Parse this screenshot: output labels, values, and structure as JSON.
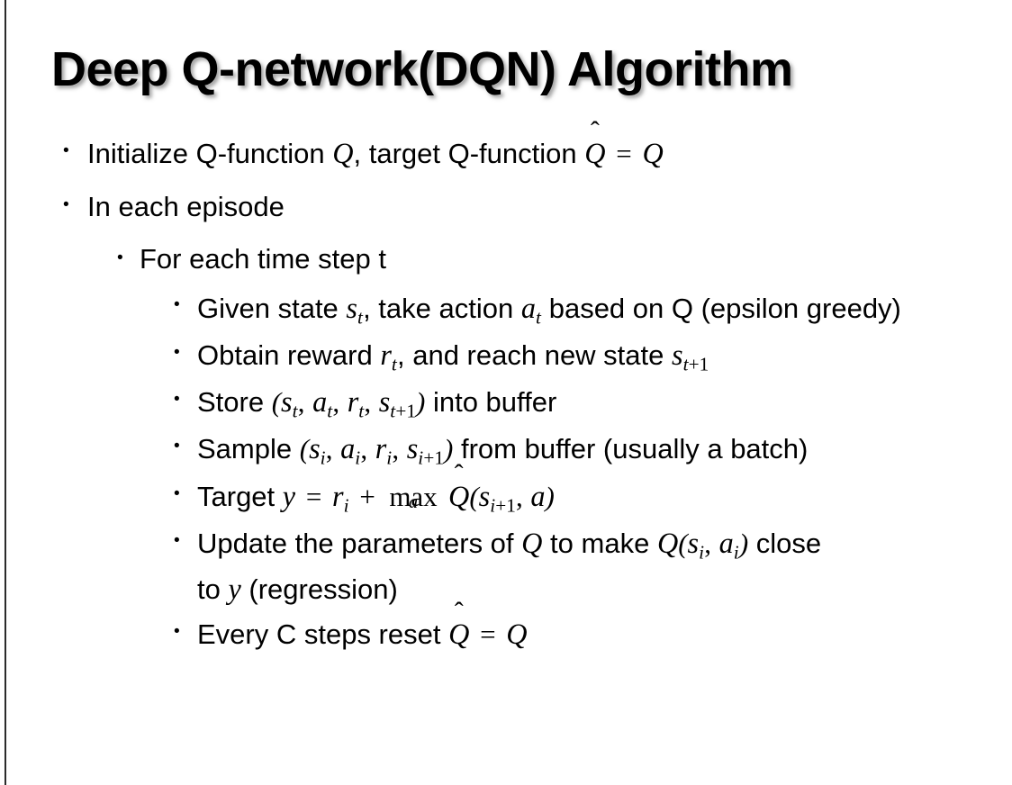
{
  "slide": {
    "title": "Deep Q-network(DQN) Algorithm",
    "background_color": "#ffffff",
    "text_color": "#000000",
    "edge_rule_color": "#2b2b2b"
  },
  "bullets": {
    "b1": {
      "level": 1,
      "marker": "•",
      "segments": [
        "Initialize Q-function ",
        "Q",
        ", target Q-function ",
        "Q̂",
        " = ",
        "Q"
      ],
      "plain_text": "Initialize Q-function Q, target Q-function Q̂ = Q"
    },
    "b2": {
      "level": 1,
      "marker": "•",
      "plain_text": "In each episode"
    },
    "b3": {
      "level": 2,
      "marker": "•",
      "plain_text": "For each time step t"
    },
    "b4": {
      "level": 3,
      "marker": "•",
      "plain_text": "Given state s_t, take action a_t based on Q (epsilon greedy)",
      "parts": {
        "lead": "Given state ",
        "var_s": "s",
        "sub_t": "t",
        "mid": ", take action ",
        "var_a": "a",
        "tail": " based on Q (epsilon greedy)"
      }
    },
    "b5": {
      "level": 3,
      "marker": "•",
      "plain_text": "Obtain reward r_t, and reach new state s_t+1",
      "parts": {
        "lead": "Obtain reward ",
        "var_r": "r",
        "sub_t": "t",
        "mid": ", and reach new state ",
        "var_s": "s",
        "sub_t1": "t+1"
      }
    },
    "b6": {
      "level": 3,
      "marker": "•",
      "plain_text": "Store (s_t, a_t, r_t, s_t+1) into buffer",
      "parts": {
        "lead": "Store ",
        "open": "(",
        "var_s": "s",
        "var_a": "a",
        "var_r": "r",
        "sub_t": "t",
        "sub_t1": "t+1",
        "comma": ", ",
        "close": ")",
        "tail": " into buffer"
      }
    },
    "b7": {
      "level": 3,
      "marker": "•",
      "plain_text": "Sample (s_i, a_i, r_i, s_i+1) from buffer (usually a batch)",
      "parts": {
        "lead": "Sample ",
        "open": "(",
        "var_s": "s",
        "var_a": "a",
        "var_r": "r",
        "sub_i": "i",
        "sub_i1": "i+1",
        "comma": ", ",
        "close": ")",
        "tail": " from buffer (usually a batch)"
      }
    },
    "b8": {
      "level": 3,
      "marker": "•",
      "plain_text": "Target y = r_i + max_a Q̂(s_i+1, a)",
      "parts": {
        "lead": "Target ",
        "var_y": "y",
        "eq": "=",
        "var_r": "r",
        "sub_i": "i",
        "plus": "+",
        "maxop": "max",
        "maxlimit": "a",
        "qhat_base": "Q",
        "qhat_accent": "̂",
        "open": "(",
        "var_s": "s",
        "sub_i1": "i+1",
        "comma": ", ",
        "var_a": "a",
        "close": ")"
      }
    },
    "b9": {
      "level": 3,
      "marker": "•",
      "plain_text": "Update the parameters of Q to make Q(s_i, a_i) close to y (regression)",
      "parts": {
        "lead": "Update the parameters of ",
        "var_Q": "Q",
        "mid": " to make ",
        "open": "(",
        "var_s": "s",
        "var_a": "a",
        "sub_i": "i",
        "comma": ", ",
        "close": ")",
        "tail": " close to ",
        "var_y": "y",
        "end": " (regression)"
      }
    },
    "b10": {
      "level": 3,
      "marker": "•",
      "plain_text": "Every C steps reset Q̂ = Q",
      "parts": {
        "lead": "Every C steps reset ",
        "qhat_base": "Q",
        "qhat_accent": "̂",
        "eq": "=",
        "var_Q": "Q"
      }
    }
  }
}
